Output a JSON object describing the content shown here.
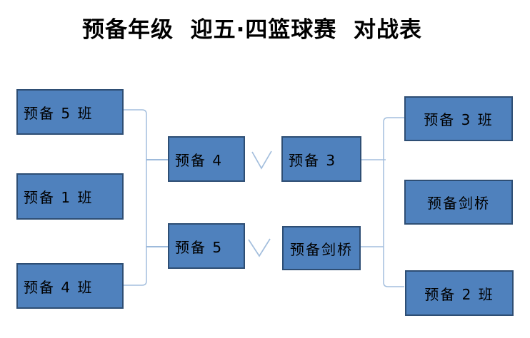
{
  "title": "预备年级  迎五·四篮球赛  对战表",
  "colors": {
    "background": "#ffffff",
    "box_fill": "#4f81bd",
    "box_border": "#2e4e74",
    "connector": "#a3bedd",
    "connector_dark": "#7da3cf",
    "text": "#000000"
  },
  "icons": {
    "versus": "chevron-v-icon"
  },
  "bracket": {
    "round1_left": [
      {
        "label": "预备 5 班"
      },
      {
        "label": "预备 1 班"
      },
      {
        "label": "预备 4 班"
      }
    ],
    "winners_left": [
      {
        "label": "预备 4"
      },
      {
        "label": "预备 5"
      }
    ],
    "winners_right": [
      {
        "label": "预备 3"
      },
      {
        "label": "预备剑桥"
      }
    ],
    "round1_right": [
      {
        "label": "预备 3 班"
      },
      {
        "label": "预备剑桥"
      },
      {
        "label": "预备 2 班"
      }
    ]
  }
}
